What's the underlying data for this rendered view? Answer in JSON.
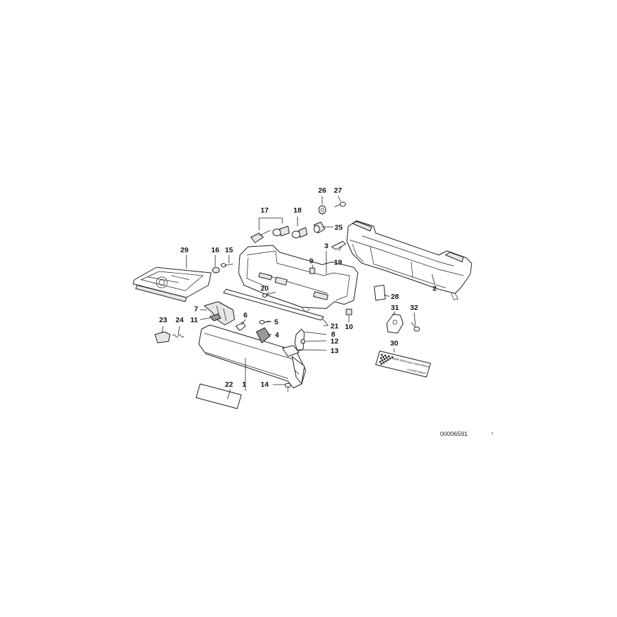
{
  "drawing_number": "00006591",
  "badge": {
    "line1": "BMW Motorsport International",
    "line2": "Limited Edition"
  },
  "parts": [
    {
      "key": "p1",
      "label": "1"
    },
    {
      "key": "p2",
      "label": "2"
    },
    {
      "key": "p3",
      "label": "3"
    },
    {
      "key": "p4",
      "label": "4"
    },
    {
      "key": "p5",
      "label": "5"
    },
    {
      "key": "p6",
      "label": "6"
    },
    {
      "key": "p7",
      "label": "7"
    },
    {
      "key": "p8",
      "label": "8"
    },
    {
      "key": "p9",
      "label": "9"
    },
    {
      "key": "p10",
      "label": "10"
    },
    {
      "key": "p11",
      "label": "11"
    },
    {
      "key": "p12",
      "label": "12"
    },
    {
      "key": "p13",
      "label": "13"
    },
    {
      "key": "p14",
      "label": "14"
    },
    {
      "key": "p15",
      "label": "15"
    },
    {
      "key": "p16",
      "label": "16"
    },
    {
      "key": "p17",
      "label": "17"
    },
    {
      "key": "p18",
      "label": "18"
    },
    {
      "key": "p19",
      "label": "19"
    },
    {
      "key": "p20",
      "label": "20"
    },
    {
      "key": "p21",
      "label": "21"
    },
    {
      "key": "p22",
      "label": "22"
    },
    {
      "key": "p23",
      "label": "23"
    },
    {
      "key": "p24",
      "label": "24"
    },
    {
      "key": "p25",
      "label": "25"
    },
    {
      "key": "p26",
      "label": "26"
    },
    {
      "key": "p27",
      "label": "27"
    },
    {
      "key": "p28",
      "label": "28"
    },
    {
      "key": "p29",
      "label": "29"
    },
    {
      "key": "p30",
      "label": "30"
    },
    {
      "key": "p31",
      "label": "31"
    },
    {
      "key": "p32",
      "label": "32"
    }
  ]
}
